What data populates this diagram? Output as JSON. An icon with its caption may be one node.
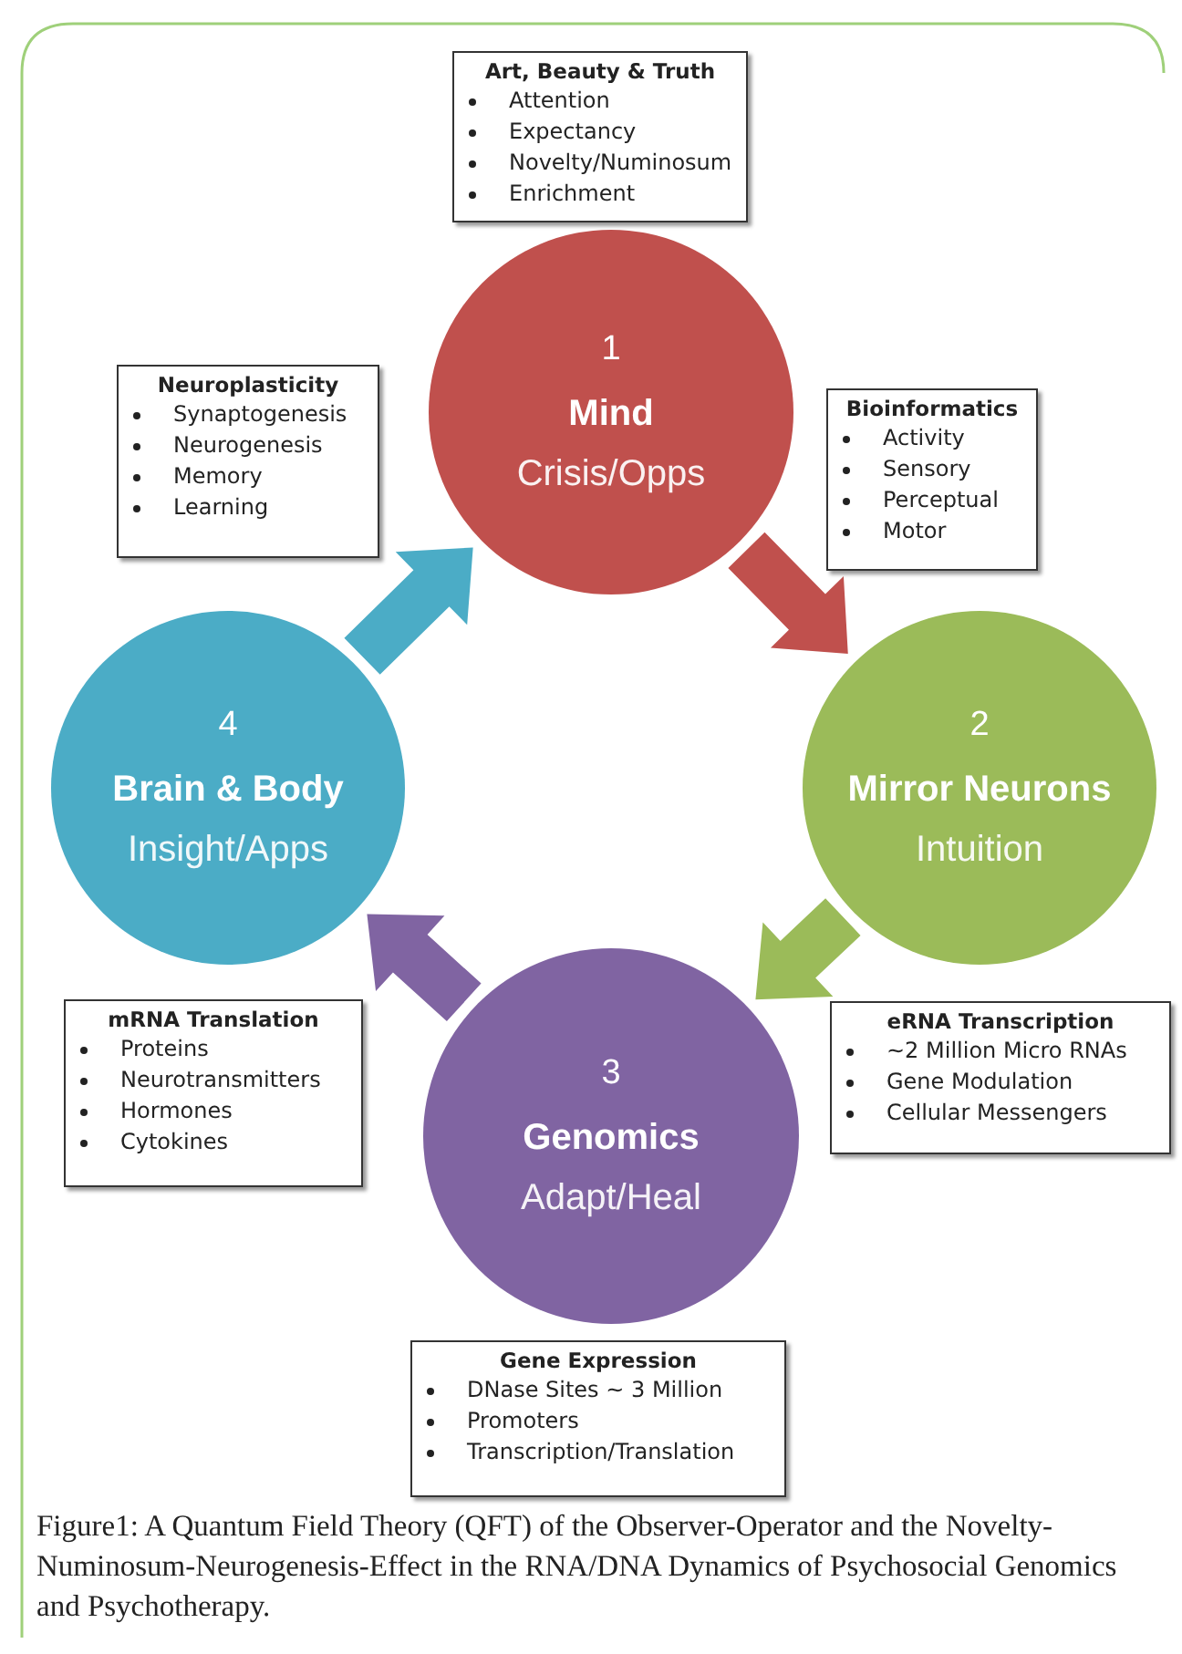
{
  "diagram": {
    "caption": "Figure1: A Quantum Field Theory (QFT) of the Observer-Operator and the Novelty-Numinosum-Neurogenesis-Effect in the RNA/DNA Dynamics of Psychosocial Genomics and Psychotherapy.",
    "nodes": [
      {
        "text": [
          "1",
          "Mind",
          "Crisis/Opps"
        ]
      },
      {
        "text": [
          "2",
          "Mirror Neurons",
          "Intuition"
        ]
      },
      {
        "text": [
          "3",
          "Genomics",
          "Adapt/Heal"
        ]
      },
      {
        "text": [
          "4",
          "Brain & Body",
          "Insight/Apps"
        ]
      },
      {
        "text": [
          "Art, Beauty & Truth",
          "Attention",
          "Expectancy",
          "Novelty/Numinosum",
          "Enrichment"
        ]
      },
      {
        "text": [
          "Neuroplasticity",
          "Synaptogenesis",
          "Neurogenesis",
          "Memory",
          "Learning"
        ]
      },
      {
        "text": [
          "Bioinformatics",
          "Activity",
          "Sensory",
          "Perceptual",
          "Motor"
        ]
      },
      {
        "text": [
          "mRNA Translation",
          "Proteins",
          "Neurotransmitters",
          "Hormones",
          "Cytokines"
        ]
      },
      {
        "text": [
          "eRNA Transcription",
          "~2 Million Micro RNAs",
          "Gene Modulation",
          "Cellular Messengers"
        ]
      },
      {
        "text": [
          "Gene Expression",
          "DNase Sites ~ 3 Million",
          "Promoters",
          "Transcription/Translation"
        ]
      }
    ],
    "edges": [
      {
        "from": 0,
        "to": 1,
        "arrow": "to",
        "style": "thick",
        "color": "#c0504d"
      },
      {
        "from": 1,
        "to": 2,
        "arrow": "to",
        "style": "thick",
        "color": "#9bbb59"
      },
      {
        "from": 2,
        "to": 3,
        "arrow": "to",
        "style": "thick",
        "color": "#8064a2"
      },
      {
        "from": 3,
        "to": 0,
        "arrow": "to",
        "style": "thick",
        "color": "#4bacc6"
      }
    ]
  }
}
